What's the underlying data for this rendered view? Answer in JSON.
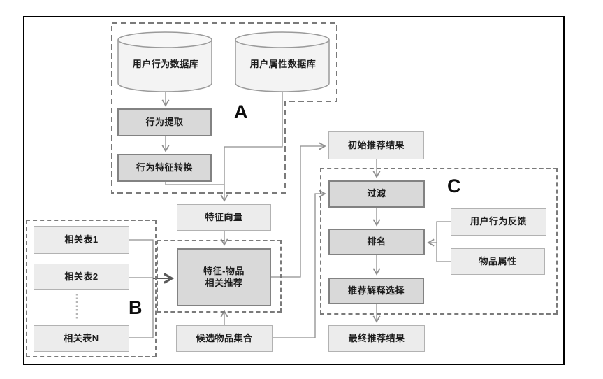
{
  "diagram": {
    "regions": {
      "a": {
        "label": "A"
      },
      "b": {
        "label": "B"
      },
      "c": {
        "label": "C"
      }
    },
    "nodes": {
      "user_behavior_db": {
        "label": "用户行为数据库",
        "type": "database"
      },
      "user_attribute_db": {
        "label": "用户属性数据库",
        "type": "database"
      },
      "behavior_extraction": {
        "label": "行为提取",
        "type": "process"
      },
      "behavior_feature_conversion": {
        "label": "行为特征转换",
        "type": "process"
      },
      "feature_vector": {
        "label": "特征向量",
        "type": "data"
      },
      "related_table_1": {
        "label": "相关表1",
        "type": "data"
      },
      "related_table_2": {
        "label": "相关表2",
        "type": "data"
      },
      "related_table_n": {
        "label": "相关表N",
        "type": "data"
      },
      "feature_item_recommendation": {
        "label_line1": "特征-物品",
        "label_line2": "相关推荐",
        "type": "process"
      },
      "candidate_item_set": {
        "label": "候选物品集合",
        "type": "data"
      },
      "initial_recommendation_result": {
        "label": "初始推荐结果",
        "type": "data"
      },
      "filter": {
        "label": "过滤",
        "type": "process"
      },
      "ranking": {
        "label": "排名",
        "type": "process"
      },
      "user_behavior_feedback": {
        "label": "用户行为反馈",
        "type": "data"
      },
      "item_attributes": {
        "label": "物品属性",
        "type": "data"
      },
      "recommendation_explanation_selection": {
        "label": "推荐解释选择",
        "type": "process"
      },
      "final_recommendation_result": {
        "label": "最终推荐结果",
        "type": "data"
      }
    },
    "colors": {
      "process_fill": "#d9d9d9",
      "process_border": "#828282",
      "data_fill": "#ececec",
      "data_border": "#b2b2b2",
      "cylinder_fill": "#f3f3f3",
      "cylinder_stroke": "#9a9a9a",
      "connector": "#8f8f8f",
      "strong_arrow": "#5a5a5a",
      "dashed_border": "#7a7a7a",
      "frame": "#000000"
    }
  }
}
